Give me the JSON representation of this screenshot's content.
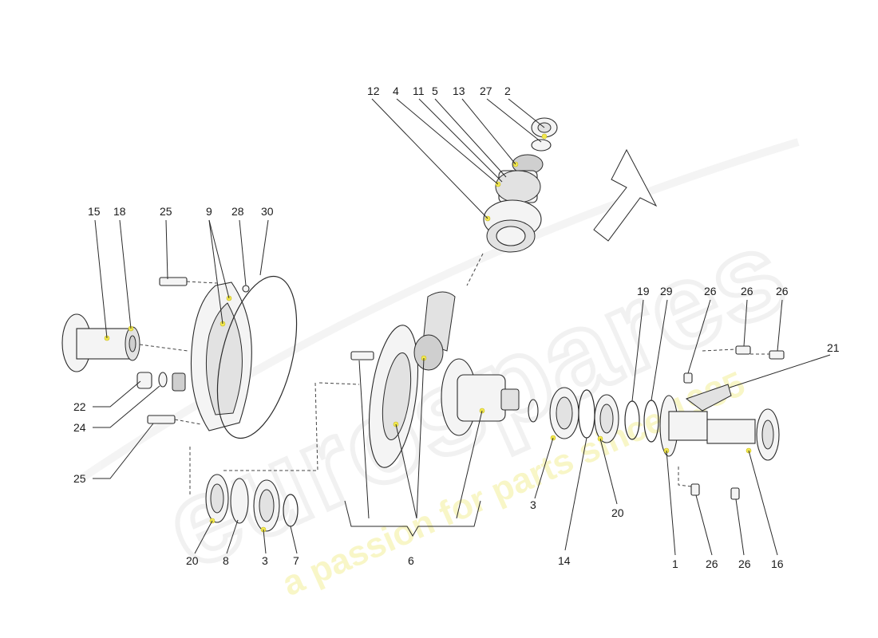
{
  "watermark": {
    "brand": "eurospares",
    "tagline": "a passion for parts since 1985"
  },
  "callouts": [
    {
      "id": "c12",
      "text": "12"
    },
    {
      "id": "c4",
      "text": "4"
    },
    {
      "id": "c11",
      "text": "11"
    },
    {
      "id": "c5",
      "text": "5"
    },
    {
      "id": "c13",
      "text": "13"
    },
    {
      "id": "c27",
      "text": "27"
    },
    {
      "id": "c2",
      "text": "2"
    },
    {
      "id": "c15",
      "text": "15"
    },
    {
      "id": "c18",
      "text": "18"
    },
    {
      "id": "c25a",
      "text": "25"
    },
    {
      "id": "c9",
      "text": "9"
    },
    {
      "id": "c28",
      "text": "28"
    },
    {
      "id": "c30",
      "text": "30"
    },
    {
      "id": "c19",
      "text": "19"
    },
    {
      "id": "c29",
      "text": "29"
    },
    {
      "id": "c26a",
      "text": "26"
    },
    {
      "id": "c26b",
      "text": "26"
    },
    {
      "id": "c26c",
      "text": "26"
    },
    {
      "id": "c21",
      "text": "21"
    },
    {
      "id": "c22",
      "text": "22"
    },
    {
      "id": "c24",
      "text": "24"
    },
    {
      "id": "c25b",
      "text": "25"
    },
    {
      "id": "c20a",
      "text": "20"
    },
    {
      "id": "c8",
      "text": "8"
    },
    {
      "id": "c3a",
      "text": "3"
    },
    {
      "id": "c7",
      "text": "7"
    },
    {
      "id": "c6",
      "text": "6"
    },
    {
      "id": "c3b",
      "text": "3"
    },
    {
      "id": "c14",
      "text": "14"
    },
    {
      "id": "c20b",
      "text": "20"
    },
    {
      "id": "c1",
      "text": "1"
    },
    {
      "id": "c26d",
      "text": "26"
    },
    {
      "id": "c26e",
      "text": "26"
    },
    {
      "id": "c16",
      "text": "16"
    }
  ]
}
